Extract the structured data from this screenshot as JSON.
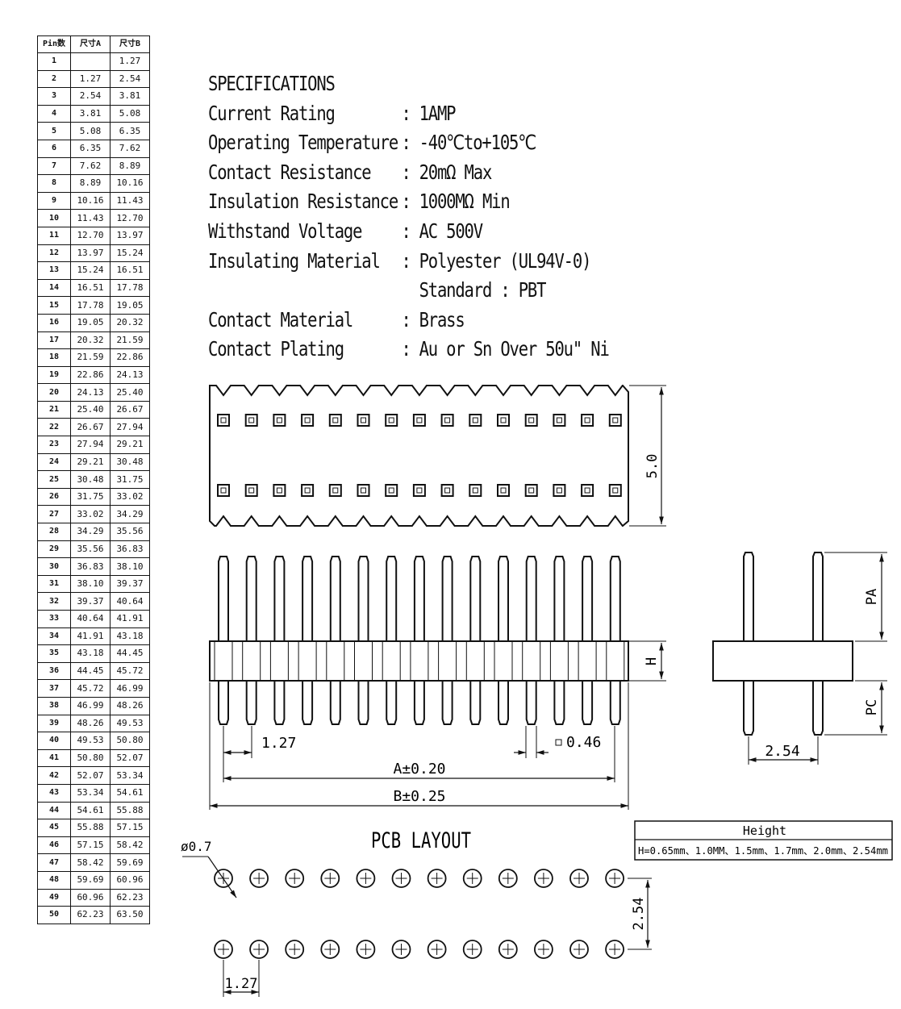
{
  "pin_table": {
    "headers": [
      "Pin数",
      "尺寸A",
      "尺寸B"
    ],
    "rows": [
      [
        "1",
        "",
        "1.27"
      ],
      [
        "2",
        "1.27",
        "2.54"
      ],
      [
        "3",
        "2.54",
        "3.81"
      ],
      [
        "4",
        "3.81",
        "5.08"
      ],
      [
        "5",
        "5.08",
        "6.35"
      ],
      [
        "6",
        "6.35",
        "7.62"
      ],
      [
        "7",
        "7.62",
        "8.89"
      ],
      [
        "8",
        "8.89",
        "10.16"
      ],
      [
        "9",
        "10.16",
        "11.43"
      ],
      [
        "10",
        "11.43",
        "12.70"
      ],
      [
        "11",
        "12.70",
        "13.97"
      ],
      [
        "12",
        "13.97",
        "15.24"
      ],
      [
        "13",
        "15.24",
        "16.51"
      ],
      [
        "14",
        "16.51",
        "17.78"
      ],
      [
        "15",
        "17.78",
        "19.05"
      ],
      [
        "16",
        "19.05",
        "20.32"
      ],
      [
        "17",
        "20.32",
        "21.59"
      ],
      [
        "18",
        "21.59",
        "22.86"
      ],
      [
        "19",
        "22.86",
        "24.13"
      ],
      [
        "20",
        "24.13",
        "25.40"
      ],
      [
        "21",
        "25.40",
        "26.67"
      ],
      [
        "22",
        "26.67",
        "27.94"
      ],
      [
        "23",
        "27.94",
        "29.21"
      ],
      [
        "24",
        "29.21",
        "30.48"
      ],
      [
        "25",
        "30.48",
        "31.75"
      ],
      [
        "26",
        "31.75",
        "33.02"
      ],
      [
        "27",
        "33.02",
        "34.29"
      ],
      [
        "28",
        "34.29",
        "35.56"
      ],
      [
        "29",
        "35.56",
        "36.83"
      ],
      [
        "30",
        "36.83",
        "38.10"
      ],
      [
        "31",
        "38.10",
        "39.37"
      ],
      [
        "32",
        "39.37",
        "40.64"
      ],
      [
        "33",
        "40.64",
        "41.91"
      ],
      [
        "34",
        "41.91",
        "43.18"
      ],
      [
        "35",
        "43.18",
        "44.45"
      ],
      [
        "36",
        "44.45",
        "45.72"
      ],
      [
        "37",
        "45.72",
        "46.99"
      ],
      [
        "38",
        "46.99",
        "48.26"
      ],
      [
        "39",
        "48.26",
        "49.53"
      ],
      [
        "40",
        "49.53",
        "50.80"
      ],
      [
        "41",
        "50.80",
        "52.07"
      ],
      [
        "42",
        "52.07",
        "53.34"
      ],
      [
        "43",
        "53.34",
        "54.61"
      ],
      [
        "44",
        "54.61",
        "55.88"
      ],
      [
        "45",
        "55.88",
        "57.15"
      ],
      [
        "46",
        "57.15",
        "58.42"
      ],
      [
        "47",
        "58.42",
        "59.69"
      ],
      [
        "48",
        "59.69",
        "60.96"
      ],
      [
        "49",
        "60.96",
        "62.23"
      ],
      [
        "50",
        "62.23",
        "63.50"
      ]
    ]
  },
  "specifications": {
    "title": "SPECIFICATIONS",
    "items": [
      {
        "key": "Current Rating",
        "value": "1AMP"
      },
      {
        "key": "Operating Temperature",
        "value": "-40℃to+105℃"
      },
      {
        "key": "Contact Resistance",
        "value": "20mΩ Max"
      },
      {
        "key": "Insulation Resistance",
        "value": "1000MΩ Min"
      },
      {
        "key": "Withstand Voltage",
        "value": "AC 500V"
      },
      {
        "key": "Insulating Material",
        "value": "Polyester (UL94V-0)"
      },
      {
        "key": "",
        "value": "Standard : PBT"
      },
      {
        "key": "Contact Material",
        "value": "Brass"
      },
      {
        "key": "Contact Plating",
        "value": "Au or Sn Over 50u\" Ni"
      }
    ]
  },
  "dimensions": {
    "top_height": "5.0",
    "pitch": "1.27",
    "pin_size": "0.46",
    "dim_a": "A±0.20",
    "dim_b": "B±0.25",
    "h_label": "H",
    "pa_label": "PA",
    "pc_label": "PC",
    "side_pitch": "2.54"
  },
  "height_box": {
    "title": "Height",
    "values": "H=0.65mm、1.0MM、1.5mm、1.7mm、2.0mm、2.54mm"
  },
  "pcb_layout": {
    "title": "PCB LAYOUT",
    "hole_dia": "ø0.7",
    "row_pitch": "2.54",
    "col_pitch": "1.27"
  }
}
